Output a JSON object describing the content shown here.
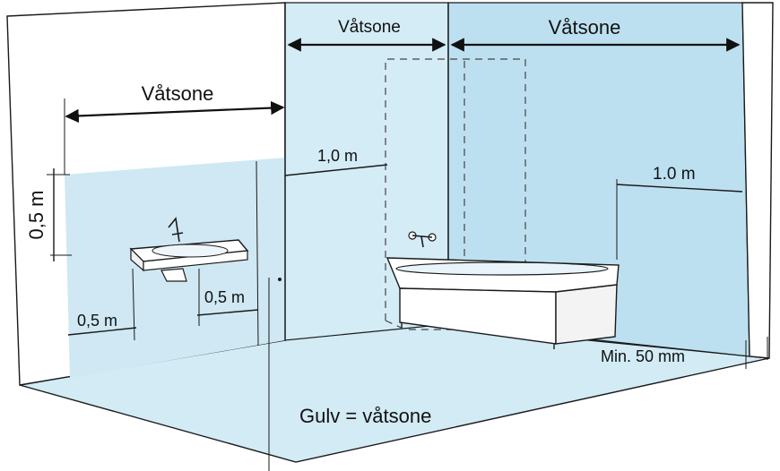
{
  "labels": {
    "wet_zone_left": "Våtsone",
    "wet_zone_mid": "Våtsone",
    "wet_zone_right": "Våtsone",
    "dim_left_height": "0,5 m",
    "dim_basin_left": "0,5 m",
    "dim_basin_right": "0,5 m",
    "dim_shower": "1,0 m",
    "dim_bath": "1.0 m",
    "dim_min": "Min. 50 mm",
    "floor": "Gulv = våtsone"
  },
  "colors": {
    "wet_zone": "#cfe8f3",
    "wet_zone_dark": "#b9def0",
    "floor": "#d2ebf5",
    "line": "#1a1a1a"
  }
}
